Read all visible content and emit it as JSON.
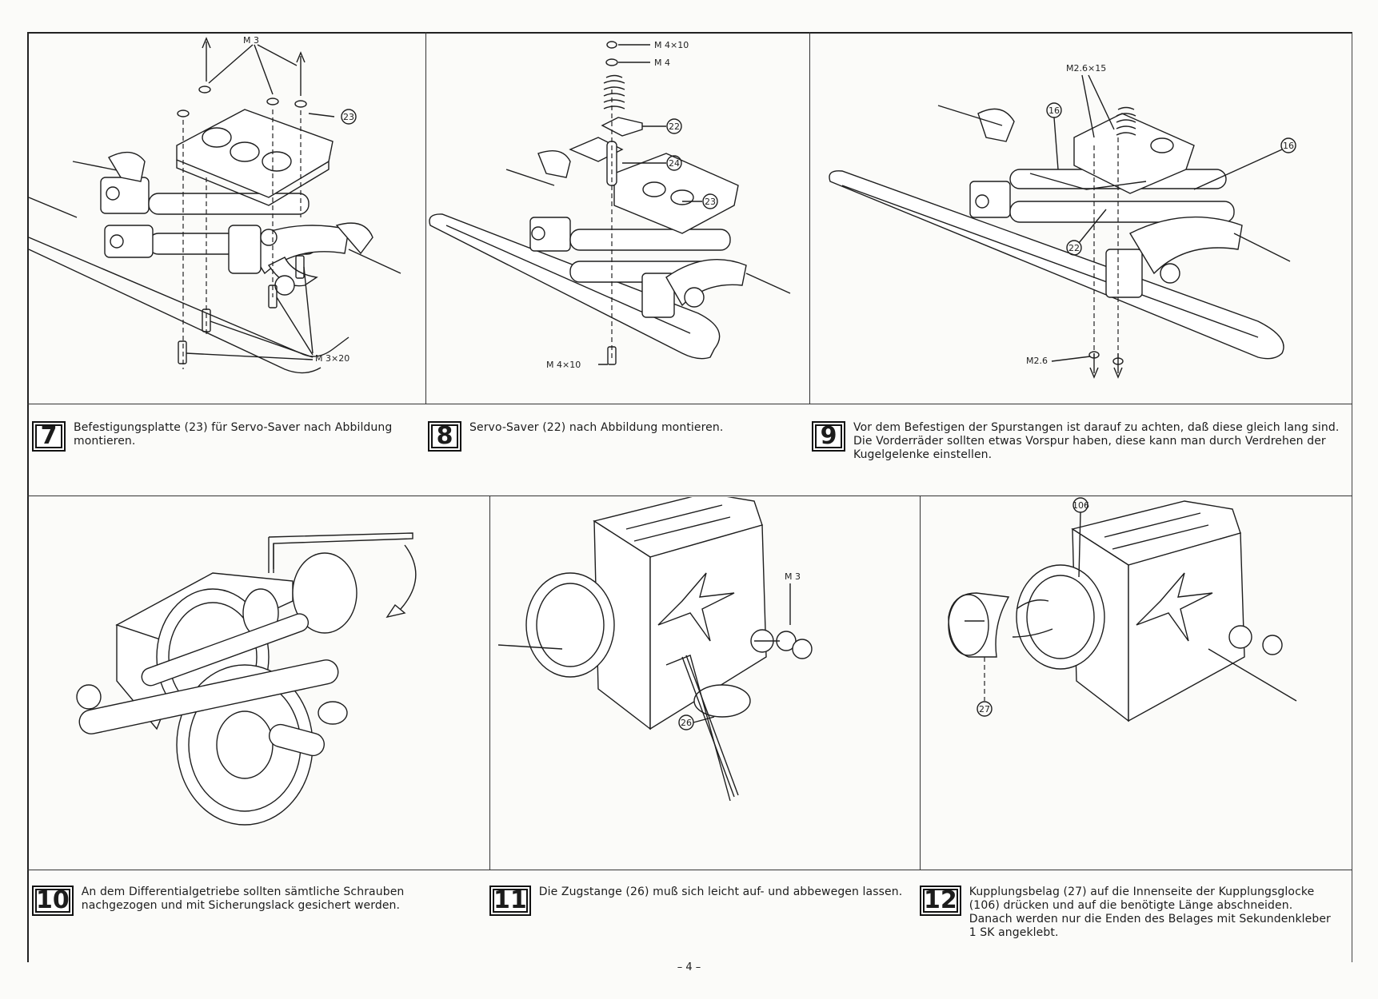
{
  "page_number": "– 4 –",
  "steps": [
    {
      "number": "7",
      "text": "Befestigungsplatte (23) für Servo-Saver nach Abbildung montieren.",
      "labels": [
        "M 3",
        "23",
        "M 3×20"
      ]
    },
    {
      "number": "8",
      "text": "Servo-Saver (22) nach Abbildung montieren.",
      "labels": [
        "M 4×10",
        "M 4",
        "22",
        "24",
        "23",
        "M 4×10"
      ]
    },
    {
      "number": "9",
      "text": "Vor dem Befestigen der Spurstangen ist darauf zu achten, daß diese gleich lang sind. Die Vorderräder sollten etwas Vorspur haben, diese kann man durch Verdrehen der Kugelgelenke einstellen.",
      "labels": [
        "M2.6×15",
        "16",
        "16",
        "22",
        "M2.6"
      ]
    },
    {
      "number": "10",
      "text": "An dem Differentialgetriebe sollten sämtliche Schrauben nachgezogen und mit Sicherungslack gesichert werden.",
      "labels": []
    },
    {
      "number": "11",
      "text": "Die Zugstange (26) muß sich leicht auf- und abbewegen lassen.",
      "labels": [
        "M 3",
        "26"
      ]
    },
    {
      "number": "12",
      "text": "Kupplungsbelag (27) auf die Innenseite der Kupplungsglocke (106) drücken und auf die benötigte Länge abschneiden. Danach werden nur die Enden des Belages mit Sekundenkleber 1 SK angeklebt.",
      "labels": [
        "106",
        "27"
      ]
    }
  ]
}
